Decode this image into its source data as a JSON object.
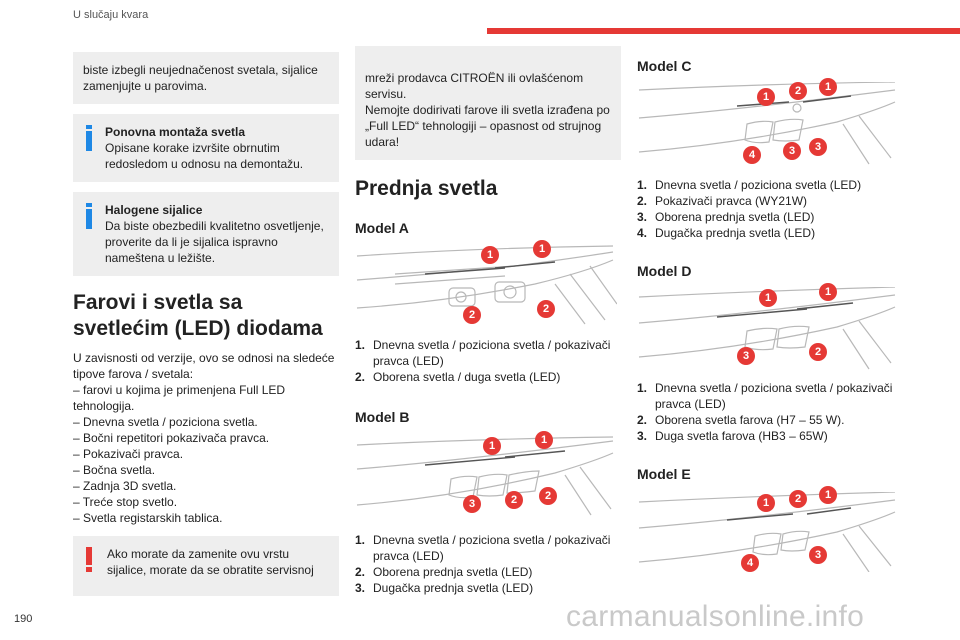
{
  "header": {
    "section_title": "U slučaju kvara"
  },
  "page_number": "190",
  "watermark": "carmanualsonline.info",
  "col1": {
    "intro_box": "biste izbegli neujednačenost svetala, sijalice zamenjujte u parovima.",
    "info1": {
      "title": "Ponovna montaža svetla",
      "text": "Opisane korake izvršite obrnutim redosledom u odnosu na demontažu."
    },
    "info2": {
      "title": "Halogene sijalice",
      "text": "Da biste obezbedili kvalitetno osvetljenje, proverite da li je sijalica ispravno nameštena u ležište."
    },
    "heading": "Farovi i svetla sa svetlećim (LED) diodama",
    "paragraph": "U zavisnosti od verzije, ovo se odnosi na sledeće tipove farova / svetala:",
    "items": [
      "– farovi u kojima je primenjena Full LED tehnologija.",
      "– Dnevna svetla / poziciona svetla.",
      "– Bočni repetitori pokazivača pravca.",
      "– Pokazivači pravca.",
      "– Bočna svetla.",
      "– Zadnja 3D svetla.",
      "– Treće stop svetlo.",
      "– Svetla registarskih tablica."
    ],
    "warning": "Ako morate da zamenite ovu vrstu sijalice, morate da se obratite servisnoj"
  },
  "col2": {
    "warning_continue": "mreži prodavca CITROËN ili ovlašćenom servisu.\nNemojte dodirivati farove ili svetla izrađena po „Full LED“ tehnologiji – opasnost od strujnog udara!",
    "heading": "Prednja svetla",
    "model_a": {
      "title": "Model A",
      "badges": [
        "1",
        "1",
        "2",
        "2"
      ],
      "items": [
        {
          "n": "1.",
          "t": "Dnevna svetla / poziciona svetla / pokazivači pravca (LED)"
        },
        {
          "n": "2.",
          "t": "Oborena svetla / duga svetla (LED)"
        }
      ]
    },
    "model_b": {
      "title": "Model B",
      "badges": [
        "1",
        "1",
        "3",
        "2",
        "2"
      ],
      "items": [
        {
          "n": "1.",
          "t": "Dnevna svetla / poziciona svetla / pokazivači pravca (LED)"
        },
        {
          "n": "2.",
          "t": "Oborena prednja svetla (LED)"
        },
        {
          "n": "3.",
          "t": "Dugačka prednja svetla (LED)"
        }
      ]
    }
  },
  "col3": {
    "model_c": {
      "title": "Model C",
      "badges": [
        "1",
        "2",
        "1",
        "4",
        "3",
        "3"
      ],
      "items": [
        {
          "n": "1.",
          "t": "Dnevna svetla / poziciona svetla (LED)"
        },
        {
          "n": "2.",
          "t": "Pokazivači pravca (WY21W)"
        },
        {
          "n": "3.",
          "t": "Oborena prednja svetla (LED)"
        },
        {
          "n": "4.",
          "t": "Dugačka prednja svetla (LED)"
        }
      ]
    },
    "model_d": {
      "title": "Model D",
      "badges": [
        "1",
        "1",
        "3",
        "2"
      ],
      "items": [
        {
          "n": "1.",
          "t": "Dnevna svetla / poziciona svetla / pokazivači pravca (LED)"
        },
        {
          "n": "2.",
          "t": "Oborena svetla farova (H7 – 55 W)."
        },
        {
          "n": "3.",
          "t": "Duga svetla farova (HB3 – 65W)"
        }
      ]
    },
    "model_e": {
      "title": "Model E",
      "badges": [
        "1",
        "2",
        "1",
        "4",
        "3"
      ]
    }
  },
  "colors": {
    "accent": "#e53935",
    "info": "#1e88e5",
    "box_bg": "#eeeeee",
    "line_art": "#b8b8b8"
  }
}
